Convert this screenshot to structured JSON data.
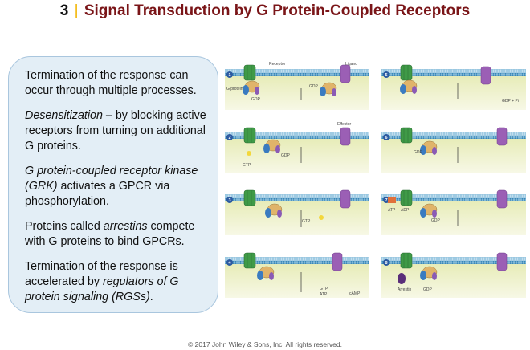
{
  "header": {
    "number": "3",
    "separator": "|",
    "title": "Signal Transduction by G Protein-Coupled Receptors"
  },
  "content": {
    "p1": "Termination of the response can occur through multiple processes.",
    "p2_term": "Desensitization",
    "p2_rest": " – by blocking active receptors from turning on additional G proteins.",
    "p3_term": "G protein-coupled receptor kinase (GRK)",
    "p3_rest": " activates a GPCR via phosphorylation.",
    "p4_start": "Proteins called ",
    "p4_term": "arrestins",
    "p4_rest": " compete with G proteins to bind GPCRs.",
    "p5_start": "Termination of the response is accelerated by ",
    "p5_term": "regulators of G protein signaling (RGSs)",
    "p5_end": "."
  },
  "figure": {
    "panel_numbers": [
      "1",
      "2",
      "3",
      "4",
      "5",
      "6",
      "7",
      "8"
    ],
    "labels": {
      "receptor": "Receptor",
      "ligand": "Ligand",
      "g_protein": "G protein",
      "gdp": "GDP",
      "effector": "Effector",
      "gtp": "GTP",
      "atp": "ATP",
      "camp": "cAMP",
      "gdp_pi": "GDP + Pi",
      "adp": "ADP",
      "arrestin": "Arrestin"
    }
  },
  "footer": {
    "copyright": "© 2017 John Wiley & Sons, Inc. All rights reserved."
  },
  "colors": {
    "title": "#7a1518",
    "separator": "#f2b400",
    "box_fill": "#e3eef6",
    "box_border": "#a9c6de",
    "membrane": "#5aa0c8",
    "receptor": "#3f9a47",
    "effector": "#9b5fb5"
  }
}
